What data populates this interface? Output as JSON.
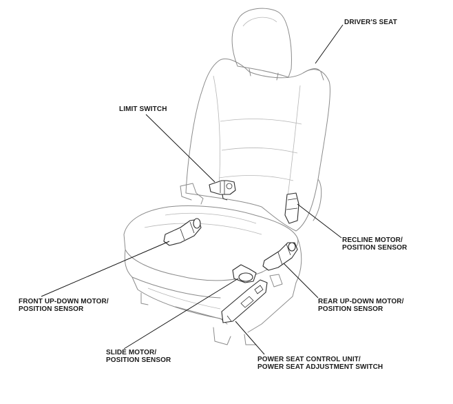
{
  "labels": {
    "drivers_seat": [
      "DRIVER'S SEAT"
    ],
    "limit_switch": [
      "LIMIT SWITCH"
    ],
    "recline_motor": [
      "RECLINE MOTOR/",
      "POSITION SENSOR"
    ],
    "front_updown": [
      "FRONT UP-DOWN MOTOR/",
      "POSITION SENSOR"
    ],
    "rear_updown": [
      "REAR UP-DOWN MOTOR/",
      "POSITION SENSOR"
    ],
    "slide_motor": [
      "SLIDE MOTOR/",
      "POSITION SENSOR"
    ],
    "control_unit": [
      "POWER SEAT CONTROL UNIT/",
      "POWER SEAT ADJUSTMENT SWITCH"
    ]
  }
}
